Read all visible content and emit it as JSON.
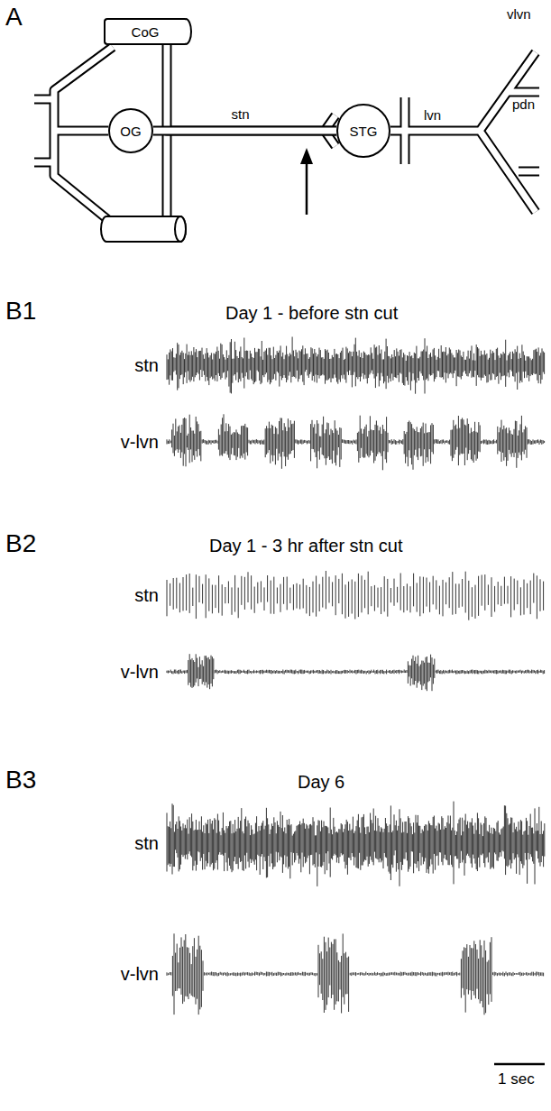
{
  "diagram": {
    "nodes": [
      {
        "text": [
          "CoG"
        ]
      },
      {
        "text": [
          "OG"
        ]
      },
      {
        "text": [
          "STG"
        ]
      }
    ],
    "edges": [
      {
        "from": 0,
        "to": 2,
        "arrow": "none"
      },
      {
        "from": 1,
        "to": 2,
        "label": "stn",
        "arrow": "none"
      }
    ],
    "labels": [
      "A",
      "lvn",
      "vlvn",
      "pdn",
      "B1",
      "Day 1 - before stn cut",
      "stn",
      "v-lvn",
      "B2",
      "Day 1 - 3 hr after stn cut",
      "stn",
      "v-lvn",
      "B3",
      "Day 6",
      "stn",
      "v-lvn",
      "1 sec"
    ]
  }
}
